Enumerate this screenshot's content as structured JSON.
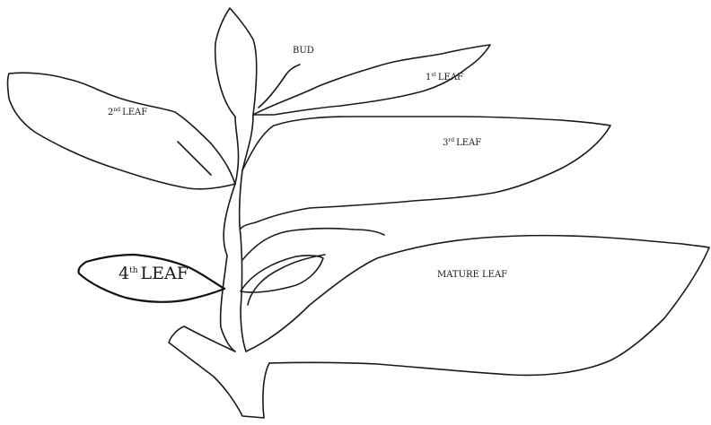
{
  "labels": {
    "bud": "BUD",
    "leaf1": {
      "num": "1",
      "sup": "st",
      "text": "LEAF"
    },
    "leaf2": {
      "num": "2",
      "sup": "nd",
      "text": "LEAF"
    },
    "leaf3": {
      "num": "3",
      "sup": "rd",
      "text": "LEAF"
    },
    "leaf4": {
      "num": "4",
      "sup": "th",
      "text": "LEAF"
    },
    "mature": "MATURE LEAF"
  }
}
